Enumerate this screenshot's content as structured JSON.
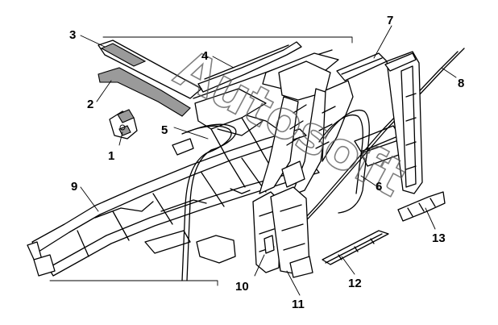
{
  "diagram": {
    "labels": [
      "1",
      "2",
      "3",
      "4",
      "5",
      "6",
      "7",
      "8",
      "9",
      "10",
      "11",
      "12",
      "13"
    ],
    "watermark": "Autosoft"
  }
}
